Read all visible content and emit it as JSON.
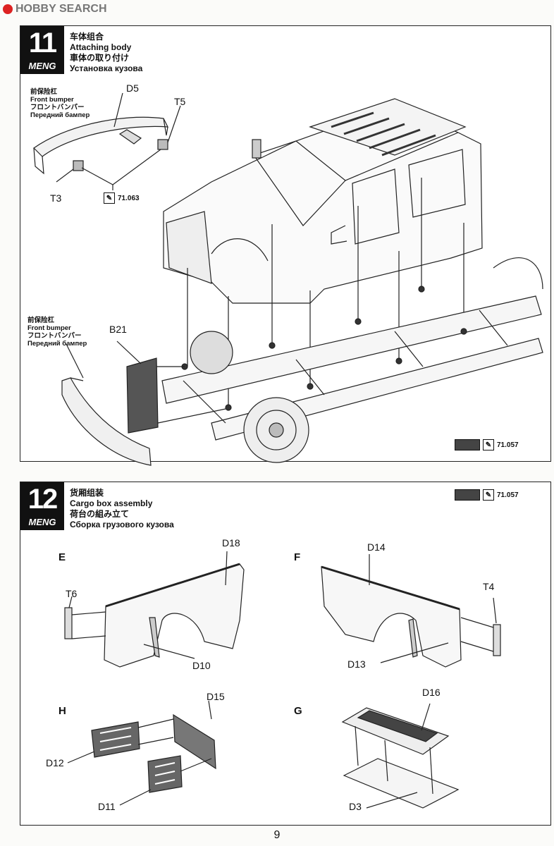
{
  "watermark": {
    "text": "HOBBY SEARCH"
  },
  "step11": {
    "number": "11",
    "brand": "MENG",
    "title_cn": "车体组合",
    "title_en": "Attaching body",
    "title_jp": "車体の取り付け",
    "title_ru": "Установка кузова",
    "front_bumper_top": {
      "cn": "前保险杠",
      "en": "Front bumper",
      "jp": "フロントバンパー",
      "ru": "Передний бампер"
    },
    "front_bumper_bottom": {
      "cn": "前保险杠",
      "en": "Front bumper",
      "jp": "フロントバンパー",
      "ru": "Передний бампер"
    },
    "parts": {
      "d5": "D5",
      "t5": "T5",
      "t3": "T3",
      "b21": "B21"
    },
    "paint_bumper": "71.063",
    "paint_frame": "71.057"
  },
  "step12": {
    "number": "12",
    "brand": "MENG",
    "title_cn": "货厢组装",
    "title_en": "Cargo box assembly",
    "title_jp": "荷台の組み立て",
    "title_ru": "Сборка грузового кузова",
    "paint": "71.057",
    "sections": {
      "e": "E",
      "f": "F",
      "h": "H",
      "g": "G"
    },
    "parts": {
      "d18": "D18",
      "t6": "T6",
      "d10": "D10",
      "d14": "D14",
      "t4": "T4",
      "d13": "D13",
      "d15": "D15",
      "d12": "D12",
      "d11": "D11",
      "d16": "D16",
      "d3": "D3"
    }
  },
  "page": {
    "number": "9"
  }
}
